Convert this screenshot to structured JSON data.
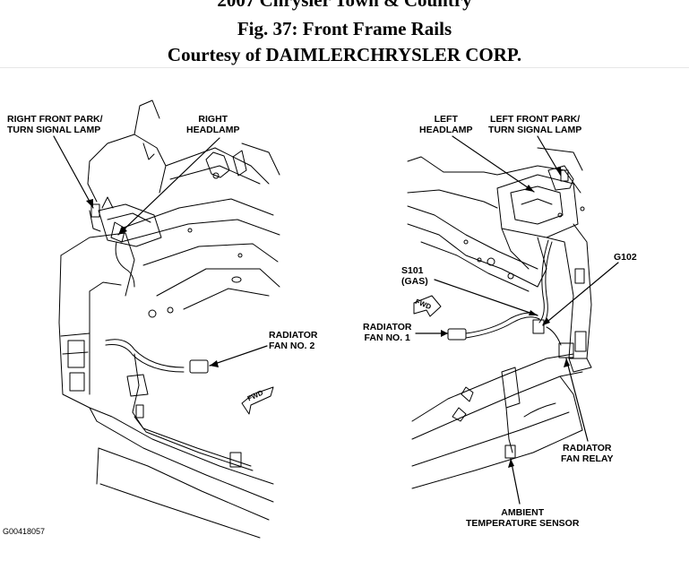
{
  "header": {
    "line1": "2007 Chrysler Town & Country",
    "line2": "Fig. 37: Front Frame Rails",
    "line3": "Courtesy of DAIMLERCHRYSLER CORP."
  },
  "labels": {
    "rf_park": "RIGHT FRONT PARK/\nTURN SIGNAL LAMP",
    "r_headlamp": "RIGHT\nHEADLAMP",
    "rad_fan2": "RADIATOR\nFAN NO. 2",
    "l_headlamp": "LEFT\nHEADLAMP",
    "lf_park": "LEFT FRONT PARK/\nTURN SIGNAL LAMP",
    "g102": "G102",
    "s101": "S101\n(GAS)",
    "rad_fan1": "RADIATOR\nFAN NO. 1",
    "rad_relay": "RADIATOR\nFAN RELAY",
    "ambient": "AMBIENT\nTEMPERATURE SENSOR",
    "fwd": "FWD"
  },
  "figure_id": "G00418057"
}
